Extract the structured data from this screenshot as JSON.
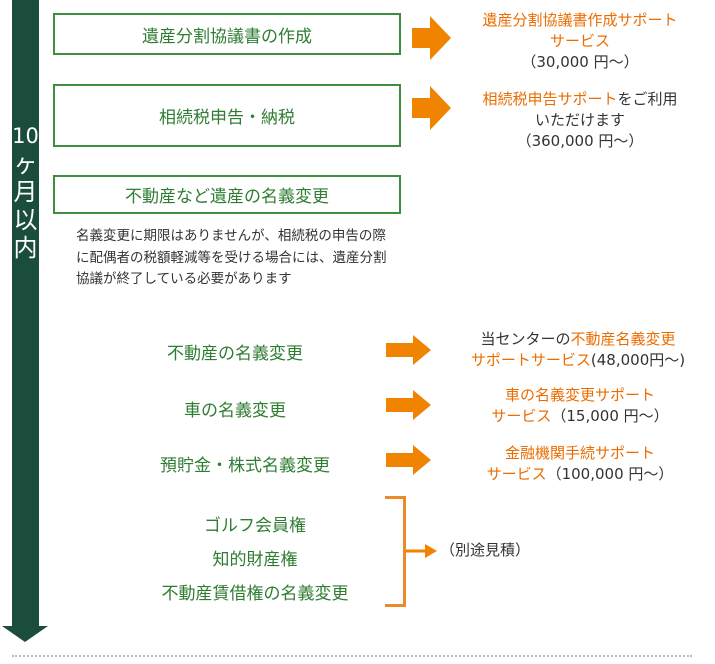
{
  "timeline": {
    "label_chars": [
      "10",
      "ヶ",
      "月",
      "以",
      "内"
    ],
    "color": "#1a4d3c"
  },
  "tasks": [
    {
      "label": "遺産分割協議書の作成"
    },
    {
      "label": "相続税申告・納税"
    },
    {
      "label": "不動産など遺産の名義変更"
    }
  ],
  "note": "名義変更に期限はありませんが、相続税の申告の際に配偶者の税額軽減等を受ける場合には、遺産分割協議が終了している必要があります",
  "subtasks": [
    {
      "label": "不動産の名義変更"
    },
    {
      "label": "車の名義変更"
    },
    {
      "label": "預貯金・株式名義変更"
    }
  ],
  "services": {
    "s1": {
      "line1": "遺産分割協議書作成サポート",
      "line2": "サービス",
      "price": "（30,000 円〜）"
    },
    "s2": {
      "line1_orange": "相続税申告サポート",
      "line1_rest": "をご利用",
      "line2": "いただけます",
      "price": "（360,000 円〜）"
    },
    "s3": {
      "line1_prefix": "当センターの",
      "line1_orange": "不動産名義変更",
      "line2_orange": "サポートサービス",
      "line2_price": "(48,000円〜)"
    },
    "s4": {
      "line1": "車の名義変更サポート",
      "line2_orange": "サービス",
      "line2_price": "（15,000 円〜）"
    },
    "s5": {
      "line1": "金融機関手続サポート",
      "line2_orange": "サービス",
      "line2_price": "（100,000 円〜）"
    }
  },
  "others": {
    "items": [
      "ゴルフ会員権",
      "知的財産権",
      "不動産賃借権の名義変更"
    ],
    "result": "（別途見積）"
  },
  "colors": {
    "green": "#2f7d32",
    "orange": "#ec6c00",
    "arrow": "#f08300"
  }
}
